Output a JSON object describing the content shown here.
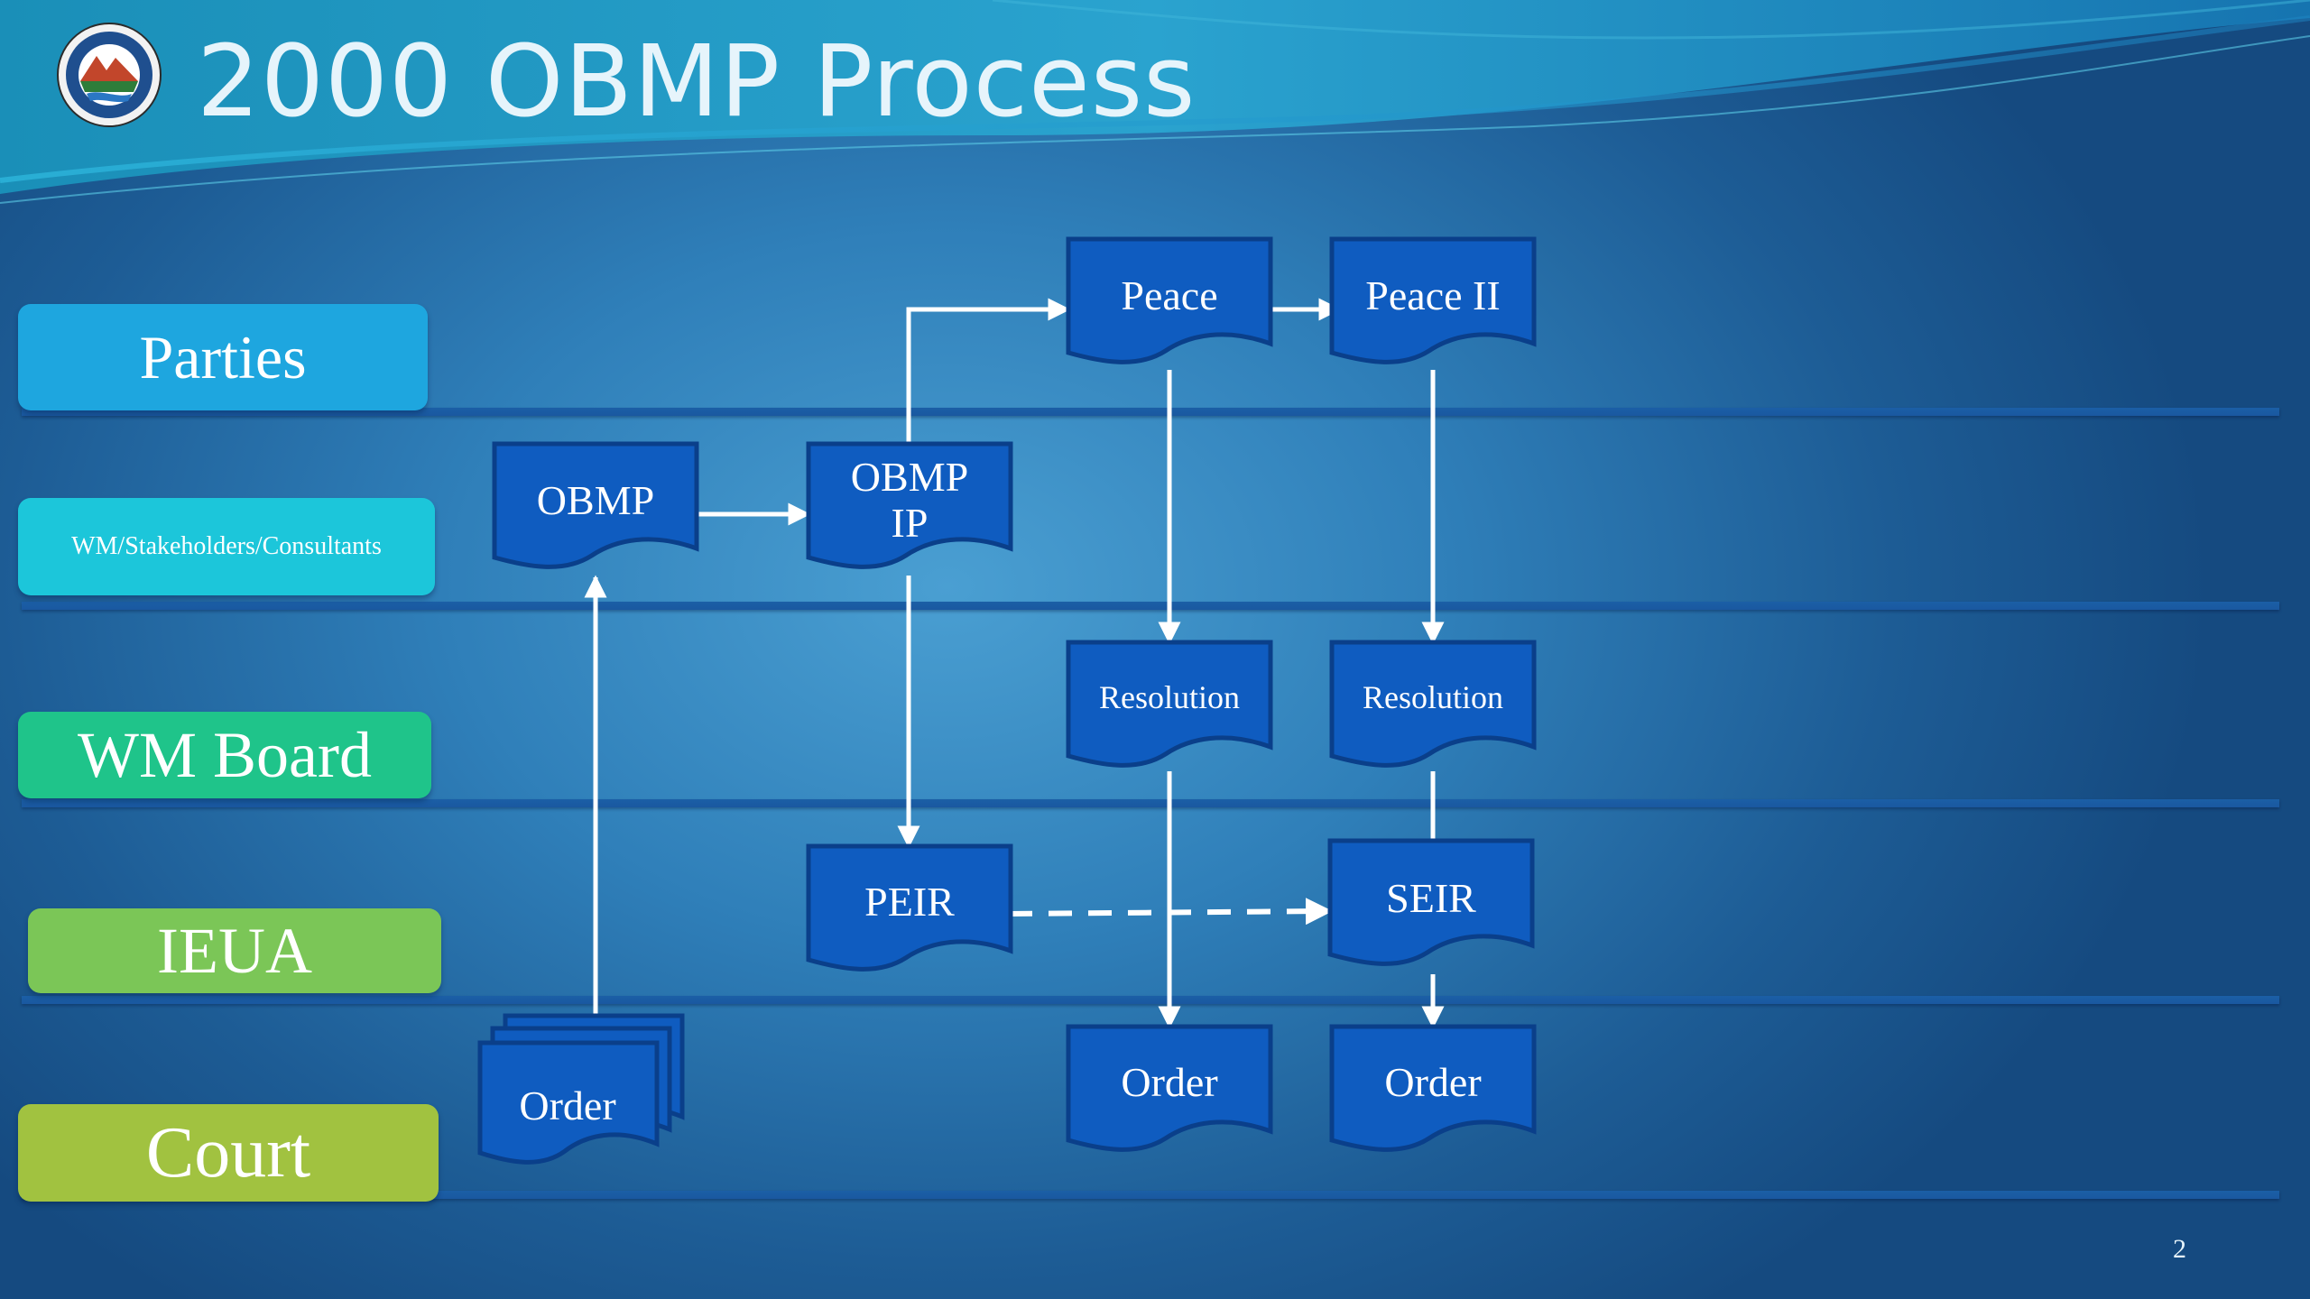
{
  "slide": {
    "title": "2000 OBMP Process",
    "page_number": "2"
  },
  "lanes": [
    {
      "id": "parties",
      "label": "Parties",
      "color": "#1ea6df"
    },
    {
      "id": "wm-stakeholders",
      "label": "WM/Stakeholders/Consultants",
      "color": "#1cc6da"
    },
    {
      "id": "wm-board",
      "label": "WM Board",
      "color": "#1fc48a"
    },
    {
      "id": "ieua",
      "label": "IEUA",
      "color": "#7bc657"
    },
    {
      "id": "court",
      "label": "Court",
      "color": "#a1c240"
    }
  ],
  "nodes": [
    {
      "id": "peace",
      "label": "Peace",
      "lane": "parties"
    },
    {
      "id": "peace-ii",
      "label": "Peace II",
      "lane": "parties"
    },
    {
      "id": "obmp",
      "label": "OBMP",
      "lane": "wm-stakeholders"
    },
    {
      "id": "obmp-ip",
      "label": "OBMP\nIP",
      "lane": "wm-stakeholders"
    },
    {
      "id": "resolution-1",
      "label": "Resolution",
      "lane": "wm-board"
    },
    {
      "id": "resolution-2",
      "label": "Resolution",
      "lane": "wm-board"
    },
    {
      "id": "peir",
      "label": "PEIR",
      "lane": "ieua"
    },
    {
      "id": "seir",
      "label": "SEIR",
      "lane": "ieua"
    },
    {
      "id": "order-multi",
      "label": "Order",
      "lane": "court"
    },
    {
      "id": "order-1",
      "label": "Order",
      "lane": "court"
    },
    {
      "id": "order-2",
      "label": "Order",
      "lane": "court"
    }
  ],
  "edges": [
    {
      "from": "order-multi",
      "to": "obmp",
      "style": "solid"
    },
    {
      "from": "obmp",
      "to": "obmp-ip",
      "style": "solid"
    },
    {
      "from": "obmp-ip",
      "to": "peace",
      "style": "solid"
    },
    {
      "from": "obmp-ip",
      "to": "peir",
      "style": "solid"
    },
    {
      "from": "peace",
      "to": "peace-ii",
      "style": "solid"
    },
    {
      "from": "peace",
      "to": "resolution-1",
      "style": "solid"
    },
    {
      "from": "resolution-1",
      "to": "order-1",
      "style": "solid"
    },
    {
      "from": "peace-ii",
      "to": "resolution-2",
      "style": "solid"
    },
    {
      "from": "resolution-2",
      "to": "seir",
      "style": "solid"
    },
    {
      "from": "seir",
      "to": "order-2",
      "style": "solid"
    },
    {
      "from": "peir",
      "to": "seir",
      "style": "dashed"
    }
  ],
  "colors": {
    "node_fill": "#0f5cc0",
    "node_border": "#0a3f8a",
    "connector": "#ffffff"
  }
}
